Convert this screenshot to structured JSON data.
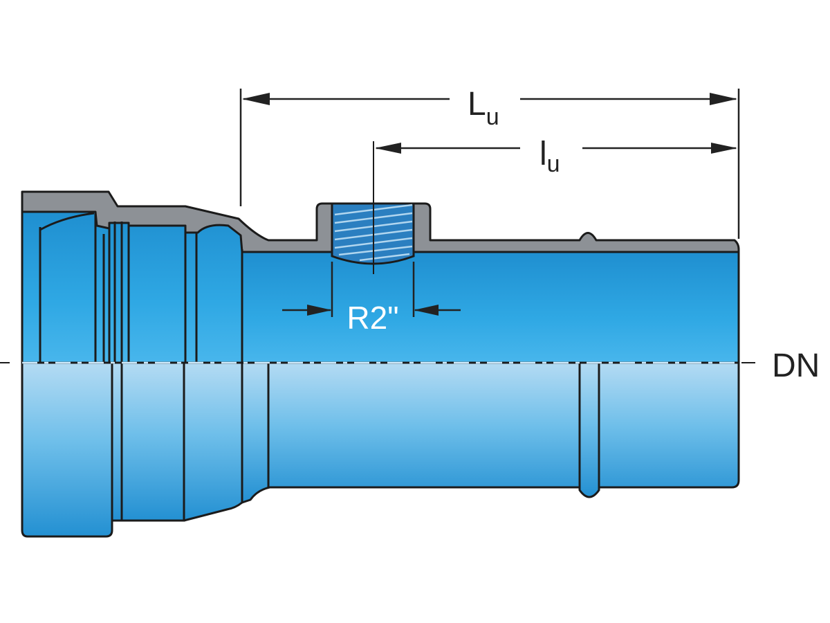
{
  "labels": {
    "overall_length": {
      "main": "L",
      "sub": "u"
    },
    "connection_length": {
      "main": "l",
      "sub": "u"
    },
    "thread": "R2\"",
    "nominal_diameter": "DN"
  },
  "colors": {
    "body_blue": "#1f9ad6",
    "body_blue_light": "#a6d2ee",
    "wall_grey": "#8d9196",
    "outline": "#1b1b1b",
    "dimension_line": "#222222",
    "thread_text": "#ffffff"
  }
}
